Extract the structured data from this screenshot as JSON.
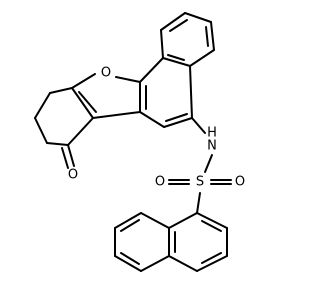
{
  "molecule": {
    "atom_labels": {
      "ring_oxygen": "O",
      "ketone_oxygen": "O",
      "amine_nitrogen": "N",
      "amine_hydrogen": "H",
      "sulfur": "S",
      "sulfonyl_oxygen_left": "O",
      "sulfonyl_oxygen_right": "O"
    },
    "colors": {
      "bond": "#000000",
      "label": "#000000",
      "background": "#ffffff"
    }
  }
}
